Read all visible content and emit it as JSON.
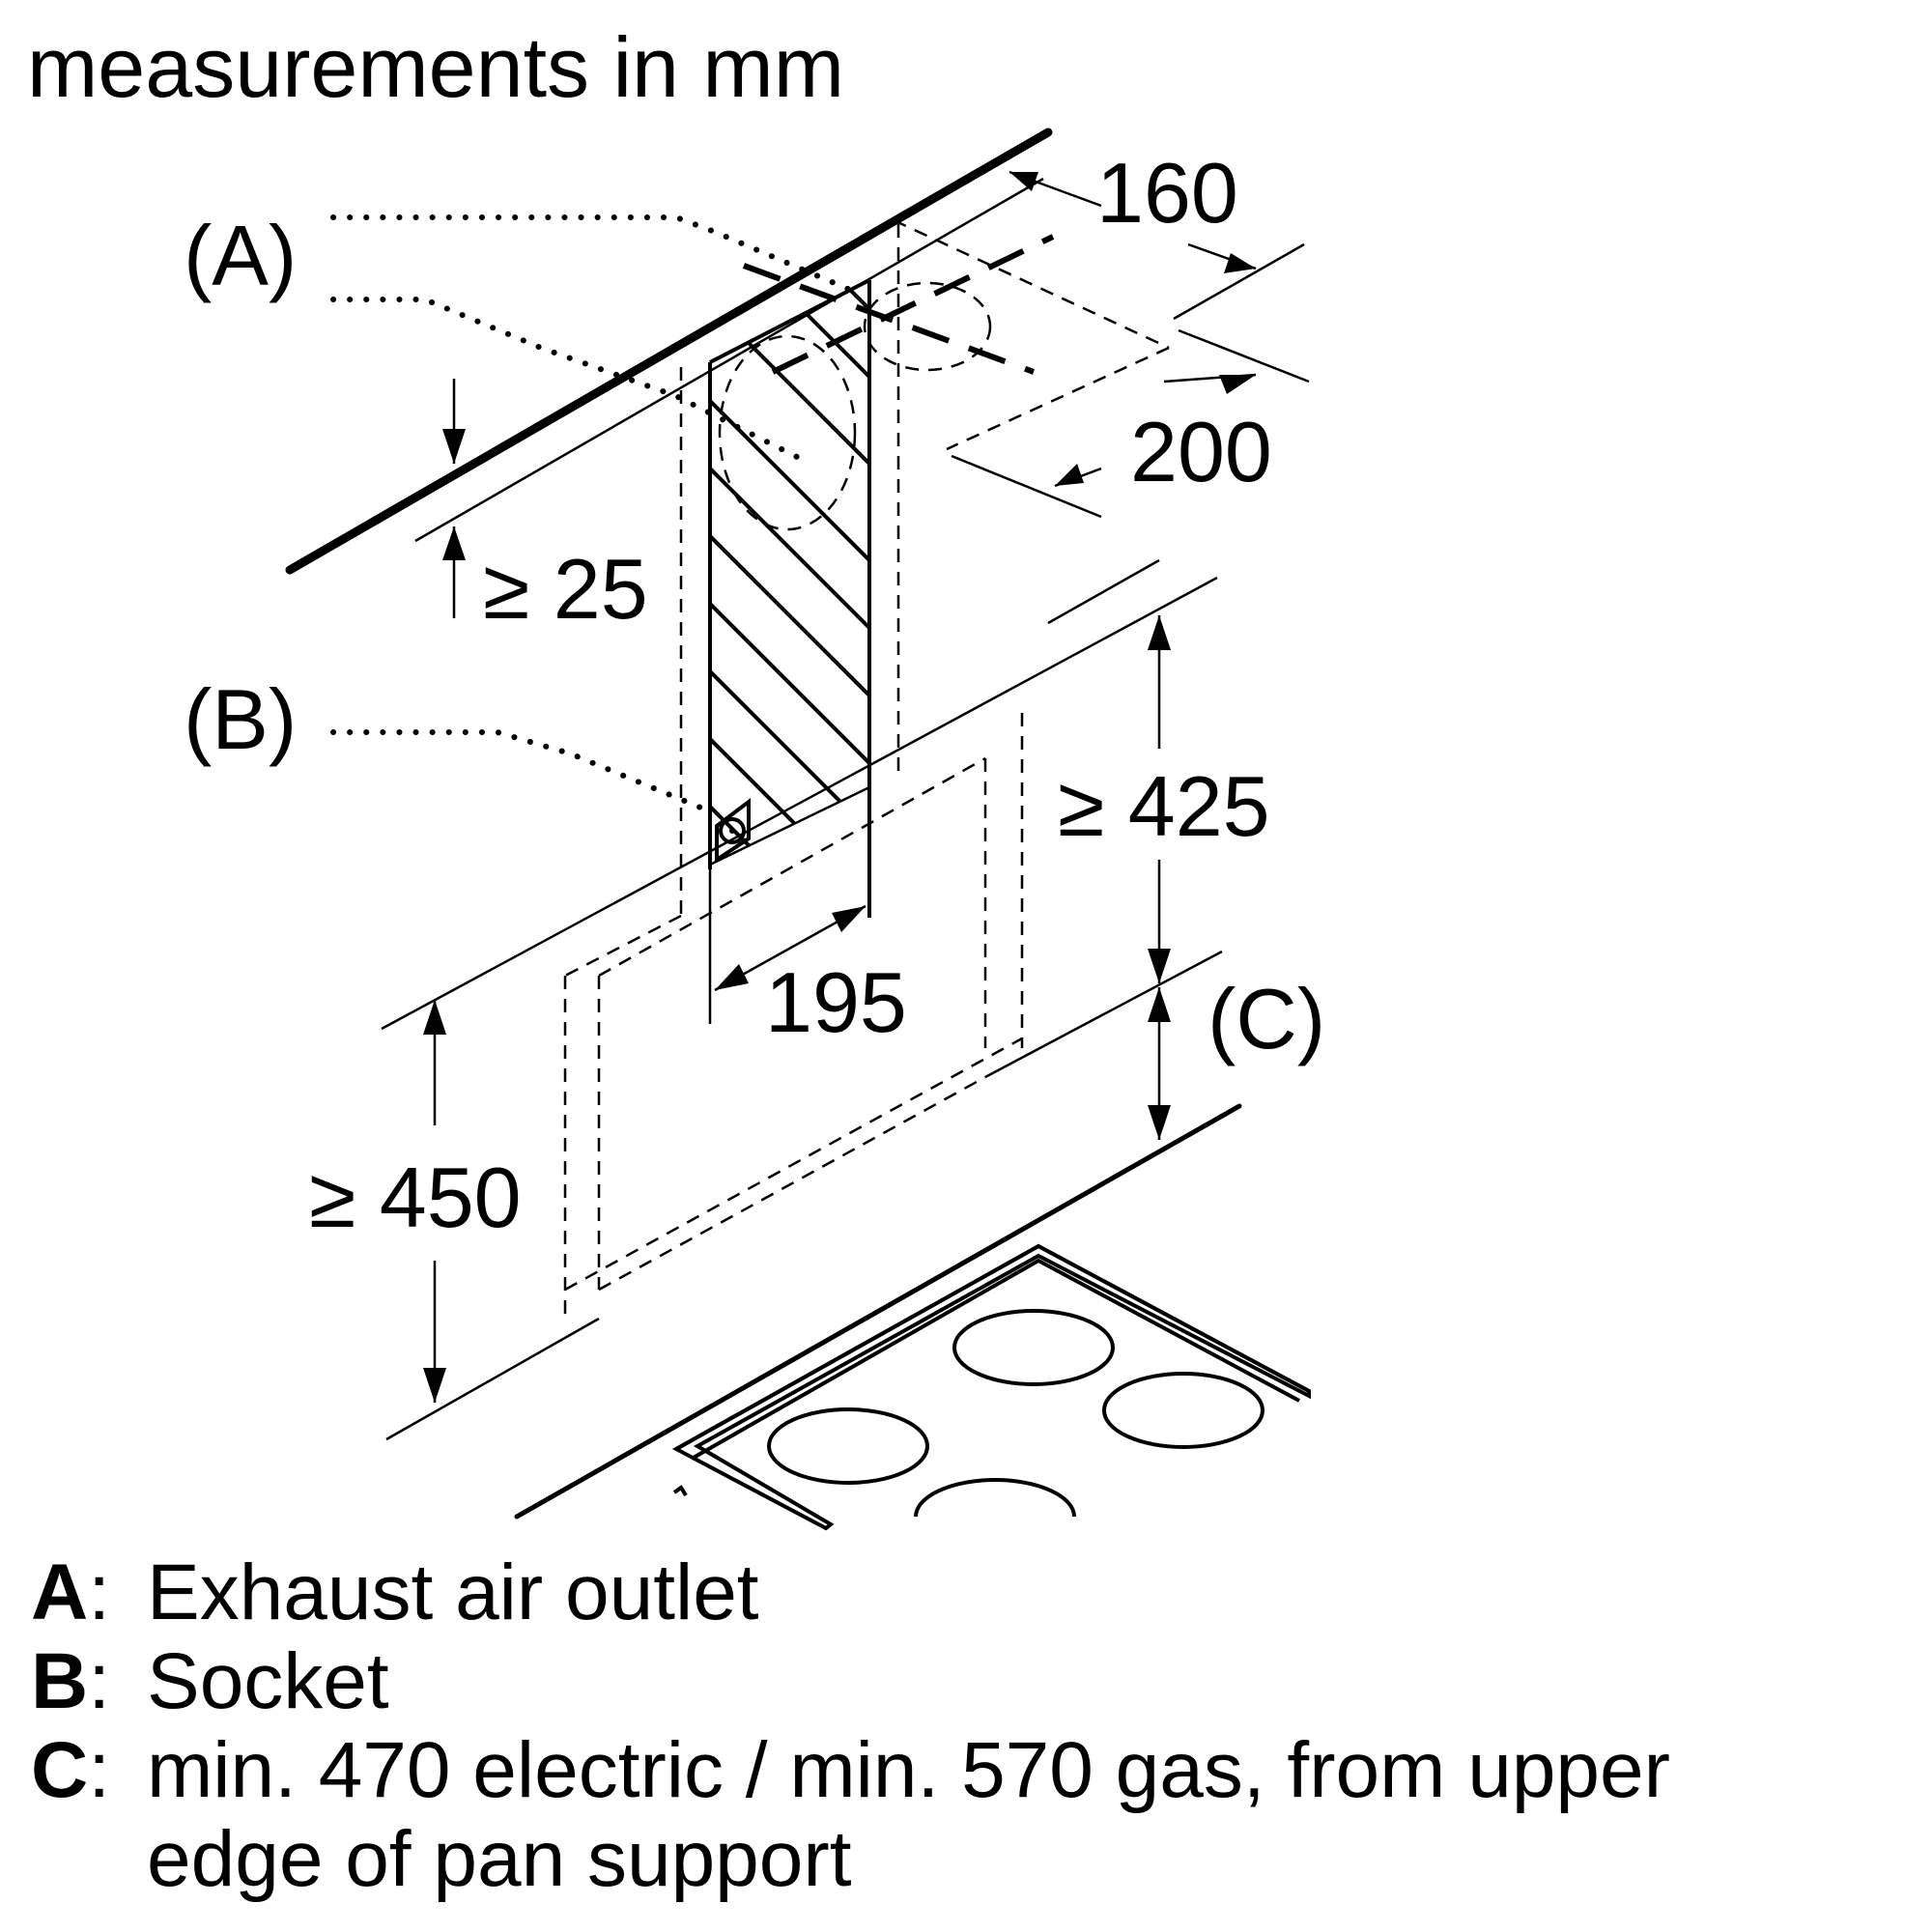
{
  "header": {
    "units_note": "measurements in mm"
  },
  "callouts": {
    "a": "(A)",
    "b": "(B)",
    "c": "(C)"
  },
  "dimensions": {
    "duct_depth": "160",
    "duct_width": "200",
    "ceiling_clearance": "≥ 25",
    "hood_chimney_height": "≥ 425",
    "socket_offset": "195",
    "hood_lower_height": "≥ 450"
  },
  "legend": [
    {
      "key": "A",
      "sep": ":",
      "text": "Exhaust air outlet"
    },
    {
      "key": "B",
      "sep": ":",
      "text": "Socket"
    },
    {
      "key": "C",
      "sep": ":",
      "text": "min. 470 electric / min. 570 gas, from upper",
      "continuation": "edge of pan support"
    }
  ]
}
